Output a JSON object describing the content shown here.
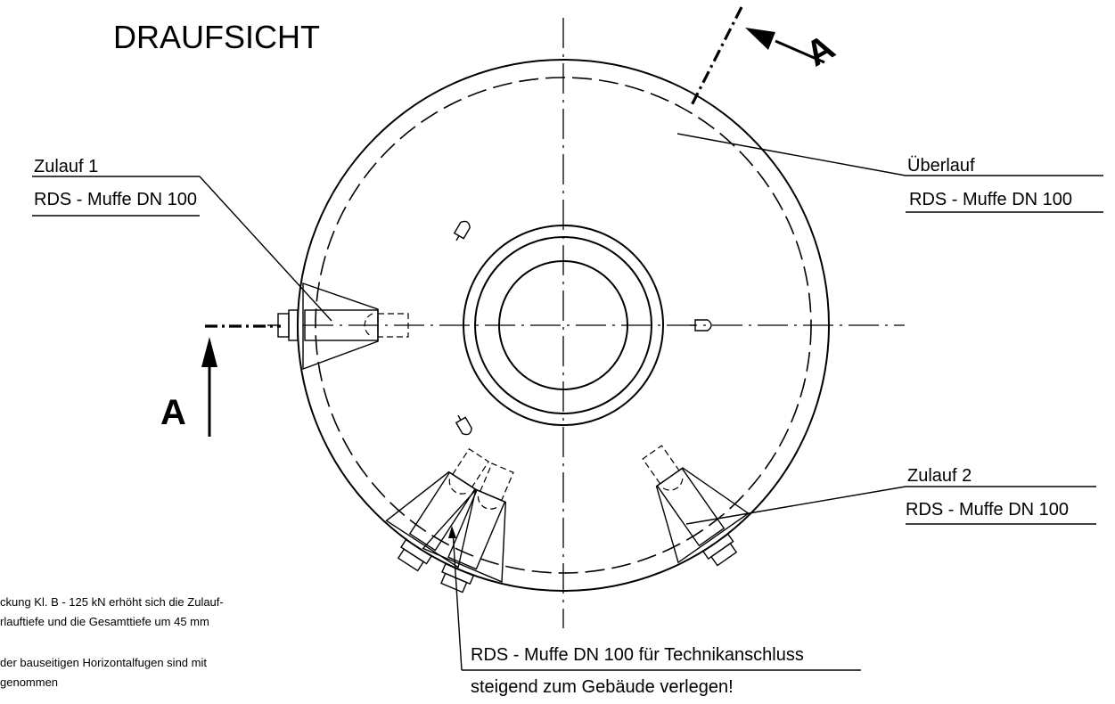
{
  "title": "DRAUFSICHT",
  "section_marker": "A",
  "labels": {
    "zulauf1_name": "Zulauf 1",
    "zulauf1_spec": "RDS - Muffe DN 100",
    "ueberlauf_name": "Überlauf",
    "ueberlauf_spec": "RDS - Muffe DN 100",
    "zulauf2_name": "Zulauf 2",
    "zulauf2_spec": "RDS - Muffe DN 100",
    "technik_spec": "RDS - Muffe DN 100 für Technikanschluss",
    "technik_note": "steigend zum Gebäude verlegen!"
  },
  "notes": [
    "ckung Kl. B -  125 kN erhöht sich die Zulauf-",
    "rlauftiefe  und die Gesamttiefe um 45 mm",
    " der bauseitigen Horizontalfugen  sind mit",
    "genommen"
  ]
}
